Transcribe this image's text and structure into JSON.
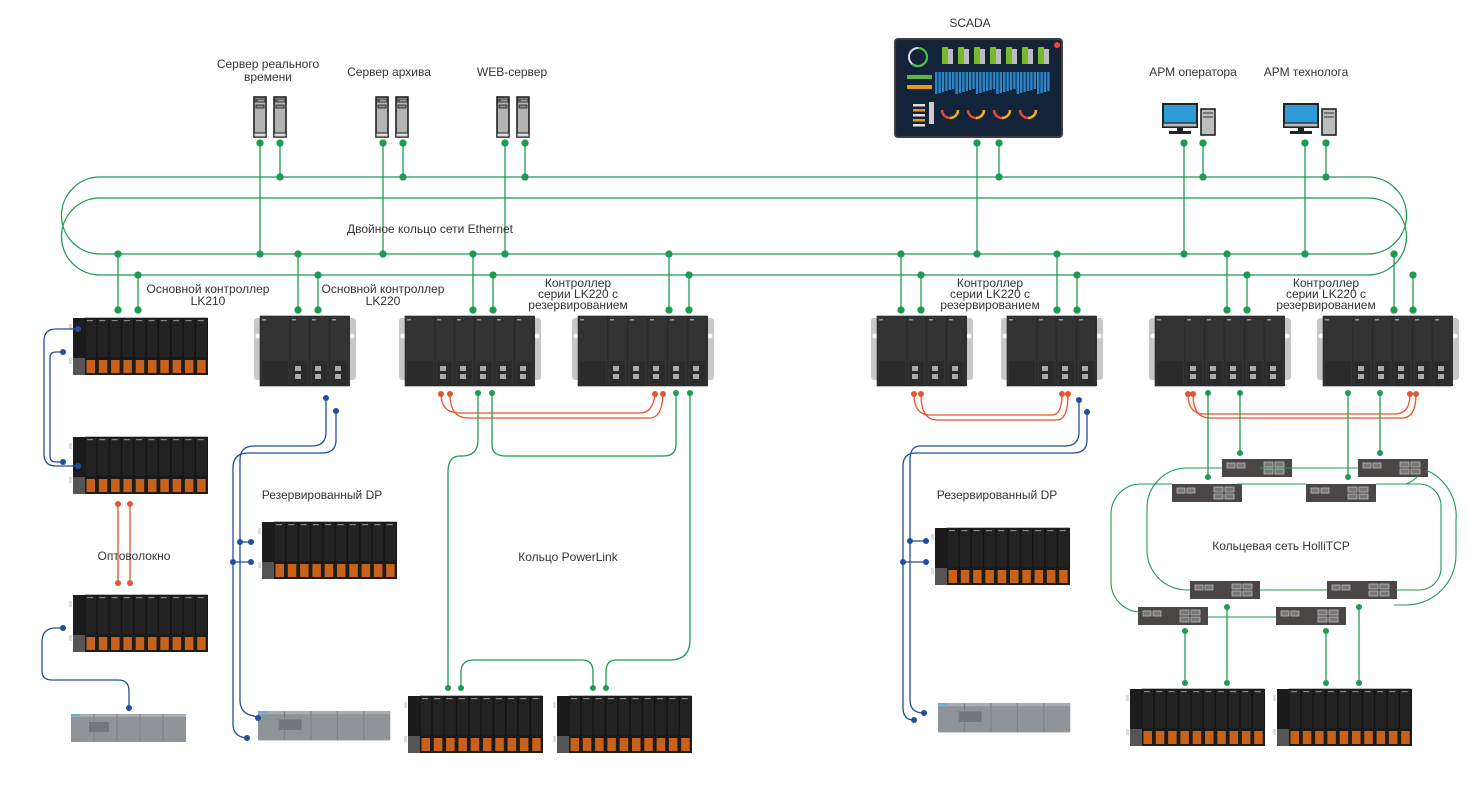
{
  "diagram": {
    "title": "Network topology",
    "colors": {
      "ethernet": "#1f9a52",
      "fiber": "#e4572e",
      "profibus": "#1f4f9e",
      "device_dark": "#2a2a2a",
      "io_orange": "#c8621b",
      "switch": "#4a4645"
    },
    "top_devices": {
      "realtime_server": "Сервер реального времени",
      "realtime_server_line1": "Сервер реального",
      "realtime_server_line2": "времени",
      "archive_server": "Сервер архива",
      "web_server": "WEB-сервер",
      "scada": "SCADA",
      "operator_ws": "АРМ оператора",
      "technologist_ws": "АРМ технолога"
    },
    "networks": {
      "ethernet_ring": "Двойное кольцо сети Ethernet",
      "fiber": "Оптоволокно",
      "redundant_dp_1": "Резервированный DP",
      "redundant_dp_2": "Резервированный DP",
      "powerlink_ring": "Кольцо PowerLink",
      "hollitcp_ring": "Кольцевая сеть HolliTCP"
    },
    "controllers": {
      "lk210_line1": "Основной контроллер",
      "lk210_line2": "LK210",
      "lk220_line1": "Основной контроллер",
      "lk220_line2": "LK220",
      "lk220r_a_line1": "Контроллер",
      "lk220r_a_line2": "серии LK220 с",
      "lk220r_a_line3": "резервированием",
      "lk220r_b_line1": "Контроллер",
      "lk220r_b_line2": "серии LK220 с",
      "lk220r_b_line3": "резервированием",
      "lk220r_c_line1": "Контроллер",
      "lk220r_c_line2": "серии LK220 с",
      "lk220r_c_line3": "резервированием"
    }
  }
}
